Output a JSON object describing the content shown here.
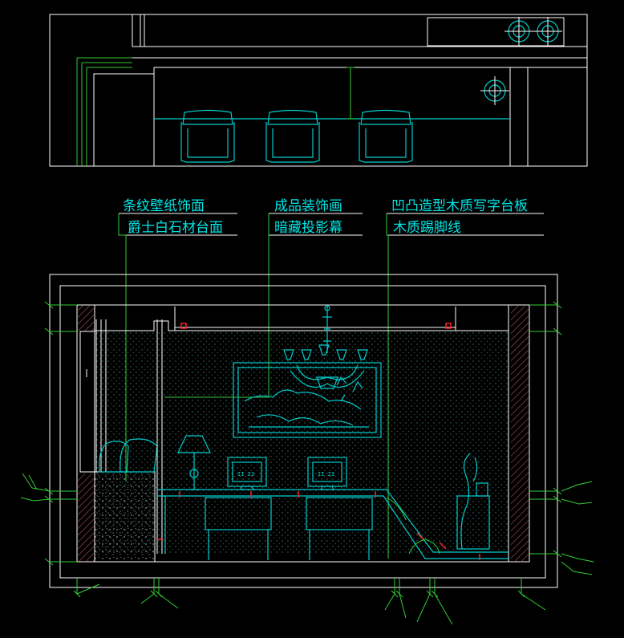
{
  "labels": {
    "l1": "条纹壁纸饰面",
    "l2": "爵士白石材台面",
    "l3": "成品装饰画",
    "l4": "暗藏投影幕",
    "l5": "凹凸造型木质写字台板",
    "l6": "木质踢脚线"
  },
  "colors": {
    "background": "#000000",
    "label": "#00e5e5",
    "wall": "#ffffff",
    "furniture": "#00cccc",
    "leader": "#33cc33",
    "section": "#ff2222"
  }
}
